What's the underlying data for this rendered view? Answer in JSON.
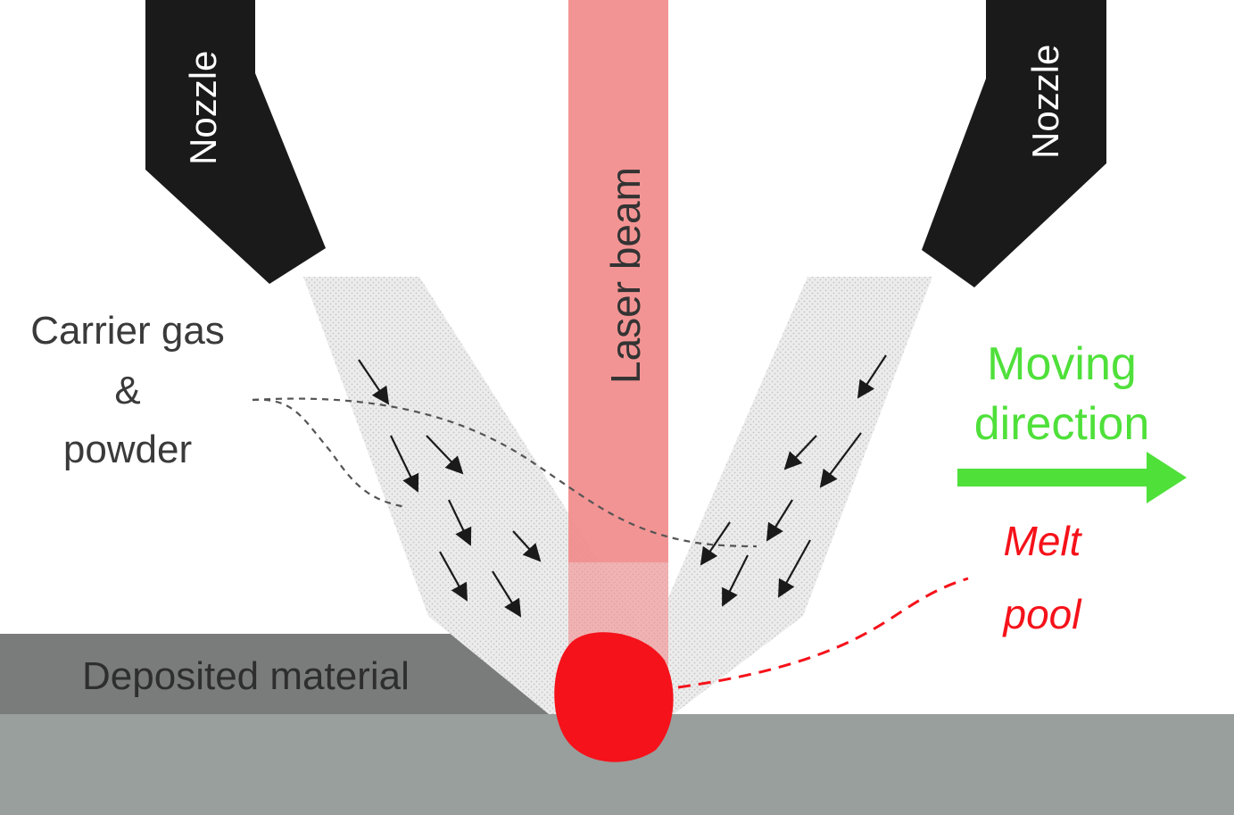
{
  "labels": {
    "nozzle_left": "Nozzle",
    "nozzle_right": "Nozzle",
    "laser_beam": "Laser beam",
    "carrier_line1": "Carrier gas",
    "carrier_line2": "&",
    "carrier_line3": "powder",
    "moving_line1": "Moving",
    "moving_line2": "direction",
    "melt_line1": "Melt",
    "melt_line2": "pool",
    "deposited": "Deposited material"
  },
  "colors": {
    "nozzle": "#1a1a1a",
    "laser": "#f28b8b",
    "melt_pool": "#f5121a",
    "deposited": "#7a7c7b",
    "substrate": "#999f9d",
    "moving": "#4fe03a",
    "powder_stream": "#e6e6e6",
    "text_dark": "#333333"
  }
}
